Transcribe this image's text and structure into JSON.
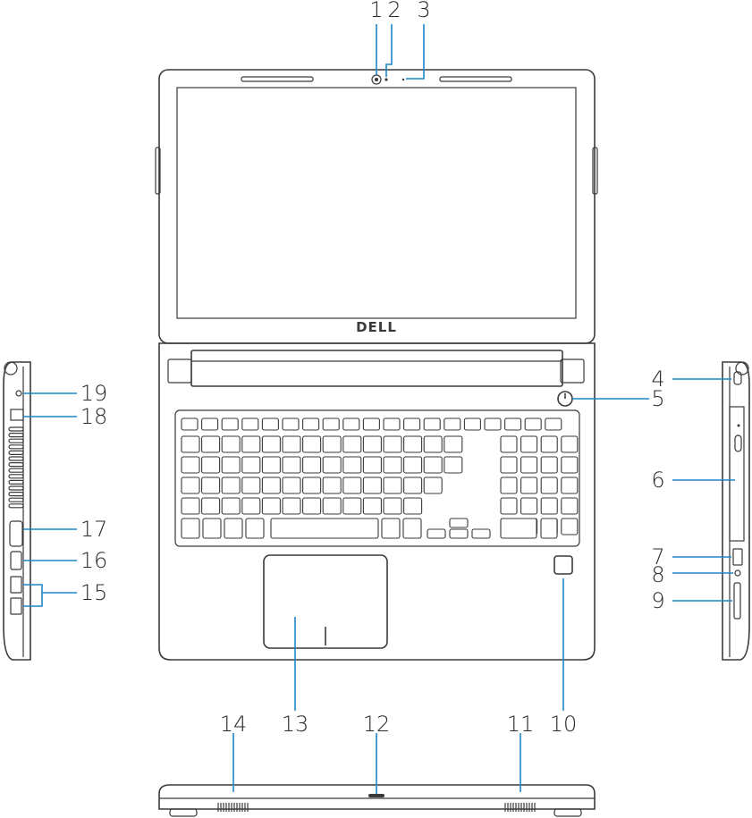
{
  "brand": {
    "logo_text": "DELL"
  },
  "callouts": [
    {
      "id": "1",
      "label": "1"
    },
    {
      "id": "2",
      "label": "2"
    },
    {
      "id": "3",
      "label": "3"
    },
    {
      "id": "4",
      "label": "4"
    },
    {
      "id": "5",
      "label": "5"
    },
    {
      "id": "6",
      "label": "6"
    },
    {
      "id": "7",
      "label": "7"
    },
    {
      "id": "8",
      "label": "8"
    },
    {
      "id": "9",
      "label": "9"
    },
    {
      "id": "10",
      "label": "10"
    },
    {
      "id": "11",
      "label": "11"
    },
    {
      "id": "12",
      "label": "12"
    },
    {
      "id": "13",
      "label": "13"
    },
    {
      "id": "14",
      "label": "14"
    },
    {
      "id": "15",
      "label": "15"
    },
    {
      "id": "16",
      "label": "16"
    },
    {
      "id": "17",
      "label": "17"
    },
    {
      "id": "18",
      "label": "18"
    },
    {
      "id": "19",
      "label": "19"
    }
  ],
  "colors": {
    "leader": "#1f86c8",
    "outline": "#3a3a3a",
    "background": "#ffffff"
  }
}
